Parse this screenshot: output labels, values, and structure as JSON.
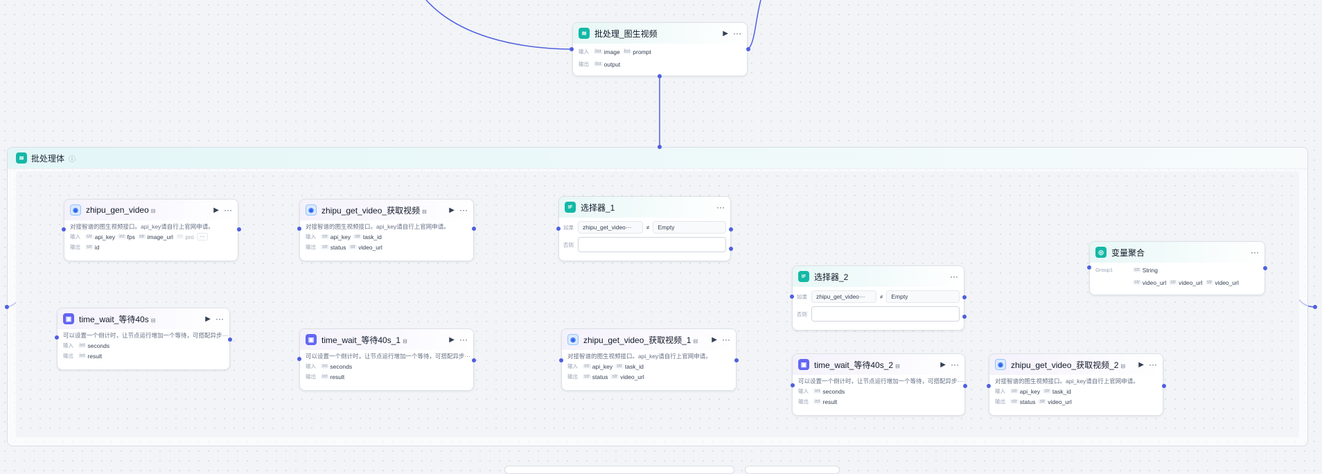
{
  "labels": {
    "input": "输入",
    "output": "输出",
    "if": "如果",
    "else": "否则"
  },
  "colors": {
    "edge": "#4f5fe0",
    "canvas": "#f2f4f7",
    "teal_icon": "#14b8a6",
    "purple_icon": "#6366f1"
  },
  "top_node": {
    "title": "批处理_图生视频",
    "icon": "layers-icon",
    "inputs": [
      {
        "type": "list",
        "name": "image"
      },
      {
        "type": "list",
        "name": "prompt"
      }
    ],
    "outputs": [
      {
        "type": "list",
        "name": "output"
      }
    ]
  },
  "group": {
    "title": "批处理体",
    "icon": "layers-icon",
    "info": "ⓘ"
  },
  "nodes": {
    "gen_video": {
      "title": "zhipu_gen_video",
      "desc": "对接智谱的图生视频接口。api_key请自行上官网申请。",
      "inputs": [
        {
          "type": "str",
          "name": "api_key"
        },
        {
          "type": "int",
          "name": "fps"
        },
        {
          "type": "str",
          "name": "image_url"
        },
        {
          "type": "str",
          "name": "pro"
        }
      ],
      "more": "···",
      "outputs": [
        {
          "type": "str",
          "name": "id"
        }
      ]
    },
    "get_video": {
      "title": "zhipu_get_video_获取视频",
      "desc": "对接智谱的图生视频接口。api_key请自行上官网申请。",
      "inputs": [
        {
          "type": "str",
          "name": "api_key"
        },
        {
          "type": "str",
          "name": "task_id"
        }
      ],
      "outputs": [
        {
          "type": "str",
          "name": "status"
        },
        {
          "type": "str",
          "name": "video_url"
        }
      ]
    },
    "selector_1": {
      "title": "选择器_1",
      "cond_var": "zhipu_get_video···",
      "cond_op": "≠",
      "cond_val": "Empty"
    },
    "aggregate": {
      "title": "变量聚合",
      "group_label": "Group1",
      "group_type": {
        "type": "str",
        "name": "String"
      },
      "vars": [
        {
          "type": "str",
          "name": "video_url"
        },
        {
          "type": "str",
          "name": "video_url"
        },
        {
          "type": "str",
          "name": "video_url"
        }
      ]
    },
    "selector_2": {
      "title": "选择器_2",
      "cond_var": "zhipu_get_video···",
      "cond_op": "≠",
      "cond_val": "Empty"
    },
    "wait_40s": {
      "title": "time_wait_等待40s",
      "desc": "可以设置一个倒计时，让节点运行增加一个等待，可搭配异步···",
      "inputs": [
        {
          "type": "int",
          "name": "seconds"
        }
      ],
      "outputs": [
        {
          "type": "int",
          "name": "result"
        }
      ]
    },
    "wait_40s_1": {
      "title": "time_wait_等待40s_1",
      "desc": "可以设置一个倒计时，让节点运行增加一个等待，可搭配异步···",
      "inputs": [
        {
          "type": "int",
          "name": "seconds"
        }
      ],
      "outputs": [
        {
          "type": "int",
          "name": "result"
        }
      ]
    },
    "get_video_1": {
      "title": "zhipu_get_video_获取视频_1",
      "desc": "对接智谱的图生视频接口。api_key请自行上官网申请。",
      "inputs": [
        {
          "type": "str",
          "name": "api_key"
        },
        {
          "type": "str",
          "name": "task_id"
        }
      ],
      "outputs": [
        {
          "type": "str",
          "name": "status"
        },
        {
          "type": "str",
          "name": "video_url"
        }
      ]
    },
    "wait_40s_2": {
      "title": "time_wait_等待40s_2",
      "desc": "可以设置一个倒计时，让节点运行增加一个等待，可搭配异步···",
      "inputs": [
        {
          "type": "int",
          "name": "seconds"
        }
      ],
      "outputs": [
        {
          "type": "int",
          "name": "result"
        }
      ]
    },
    "get_video_2": {
      "title": "zhipu_get_video_获取视频_2",
      "desc": "对接智谱的图生视频接口。api_key请自行上官网申请。",
      "inputs": [
        {
          "type": "str",
          "name": "api_key"
        },
        {
          "type": "str",
          "name": "task_id"
        }
      ],
      "outputs": [
        {
          "type": "str",
          "name": "status"
        },
        {
          "type": "str",
          "name": "video_url"
        }
      ]
    }
  },
  "icons": {
    "run": "▶",
    "more": "···",
    "badge": "⊟",
    "if": "IF",
    "agg": "◎"
  }
}
